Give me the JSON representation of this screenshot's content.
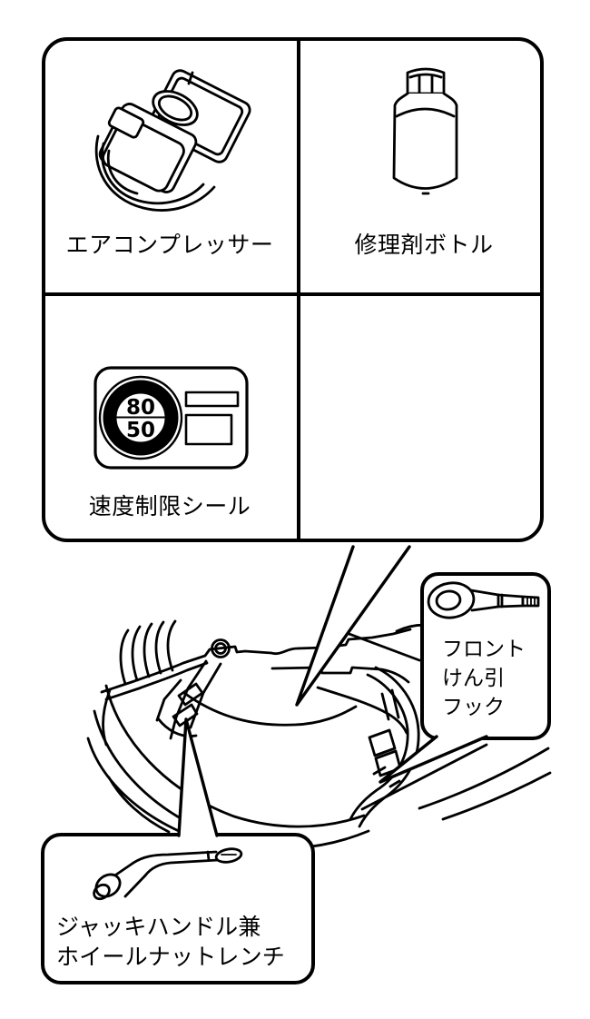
{
  "colors": {
    "ink": "#000000",
    "paper": "#ffffff"
  },
  "kit_grid": {
    "cells": [
      {
        "id": "air-compressor",
        "label": "エアコンプレッサー"
      },
      {
        "id": "sealant-bottle",
        "label": "修理剤ボトル"
      },
      {
        "id": "speed-limit-sticker",
        "label": "速度制限シール"
      },
      {
        "id": "empty",
        "label": ""
      }
    ],
    "speed_sticker": {
      "upper": "80",
      "lower": "50"
    }
  },
  "callouts": {
    "tow_hook": {
      "line1": "フロント",
      "line2": "けん引",
      "line3": "フック"
    },
    "wrench": {
      "line1": "ジャッキハンドル兼",
      "line2": "ホイールナットレンチ"
    }
  }
}
